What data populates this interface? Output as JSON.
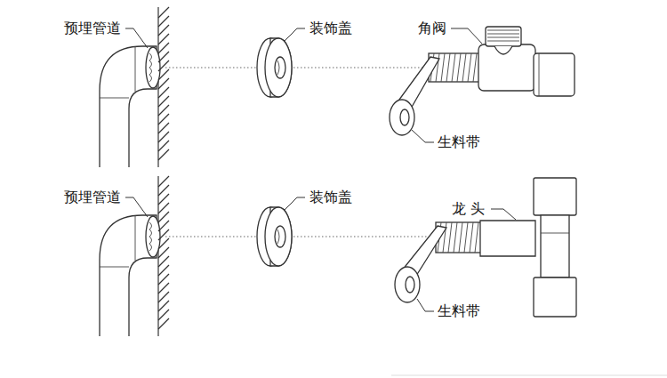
{
  "diagram": {
    "labels": [
      "预埋管道",
      "装饰盖",
      "角阀",
      "生料带",
      "预埋管道",
      "装饰盖",
      "龙 头",
      "生料带"
    ]
  }
}
